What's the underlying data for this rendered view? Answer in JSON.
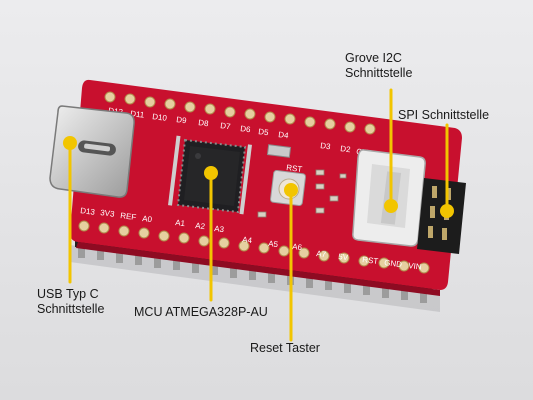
{
  "labels": {
    "grove": "Grove I2C\nSchnittstelle",
    "spi": "SPI Schnittstelle",
    "usb": "USB Typ C\nSchnittstelle",
    "mcu": "MCU ATMEGA328P-AU",
    "reset": "Reset Taster"
  },
  "board_silkscreen": {
    "top_row": [
      "D12",
      "D11",
      "D10",
      "D9",
      "D8",
      "D7",
      "D6",
      "D5",
      "D4",
      "D3",
      "D2",
      "GND"
    ],
    "bottom_row": [
      "D13",
      "3V3",
      "REF",
      "A0",
      "A1",
      "A2",
      "A3",
      "A4",
      "A5",
      "A6",
      "A7",
      "5V",
      "RST",
      "GND",
      "VIN"
    ],
    "button": "RST"
  },
  "colors": {
    "pcb": "#c8102e",
    "callout": "#f2c500",
    "background": "#e4e4e6"
  }
}
